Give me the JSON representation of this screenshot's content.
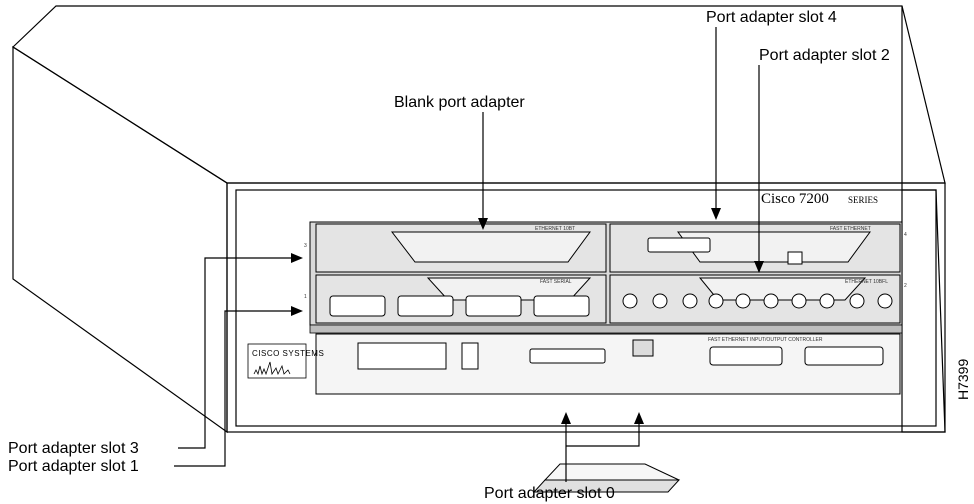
{
  "callouts": {
    "slot4": "Port adapter slot 4",
    "slot2": "Port adapter slot 2",
    "blank": "Blank port adapter",
    "slot3": "Port adapter slot 3",
    "slot1": "Port adapter slot 1",
    "slot0": "Port adapter slot 0"
  },
  "chassis": {
    "brand": "Cisco 7200",
    "series": "SERIES",
    "logo": "CISCO SYSTEMS",
    "controller": "FAST ETHERNET INPUT/OUTPUT CONTROLLER",
    "adapter_top_left": "ETHERNET 10BT",
    "adapter_top_right": "FAST ETHERNET",
    "adapter_bottom_left": "FAST SERIAL",
    "adapter_bottom_right": "ETHERNET 10BFL"
  },
  "figure_id": "H7399"
}
